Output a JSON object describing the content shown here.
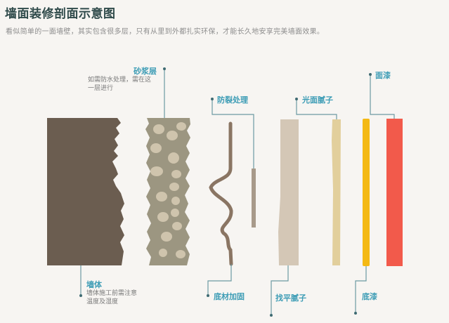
{
  "header": {
    "title": "墙面装修剖面示意图",
    "subtitle": "看似简单的一面墙壁，其实包含很多层，只有从里到外都扎实环保，才能长久地安享完美墙面效果。"
  },
  "layers": [
    {
      "id": "wall",
      "label": "墙体",
      "note": [
        "墙体施工前需注意",
        "温度及湿度"
      ],
      "color": "#6b5d50",
      "label_position": "bottom"
    },
    {
      "id": "mortar",
      "label": "砂浆层",
      "note": [
        "如需防水处理，需在这",
        "一层进行"
      ],
      "color": "#9c9681",
      "aggregate_color": "#cfc4ad",
      "label_position": "top"
    },
    {
      "id": "substrate-reinforce",
      "label": "底材加固",
      "color": "#8a7563",
      "label_position": "bottom"
    },
    {
      "id": "crack-prevention",
      "label": "防裂处理",
      "color": "#a89a8a",
      "label_position": "top"
    },
    {
      "id": "leveling-putty",
      "label": "找平腻子",
      "color": "#d4c7b6",
      "label_position": "bottom"
    },
    {
      "id": "smooth-putty",
      "label": "光面腻子",
      "color": "#e2cf9c",
      "label_position": "top"
    },
    {
      "id": "primer",
      "label": "底漆",
      "color": "#f4b914",
      "label_position": "bottom"
    },
    {
      "id": "topcoat",
      "label": "面漆",
      "color": "#f25a4b",
      "label_position": "top"
    }
  ],
  "colors": {
    "background": "#f7f5f2",
    "title": "#2f4a4a",
    "label": "#3c9cb5",
    "connector": "#6c9aa3",
    "note": "#7a7a7a"
  }
}
